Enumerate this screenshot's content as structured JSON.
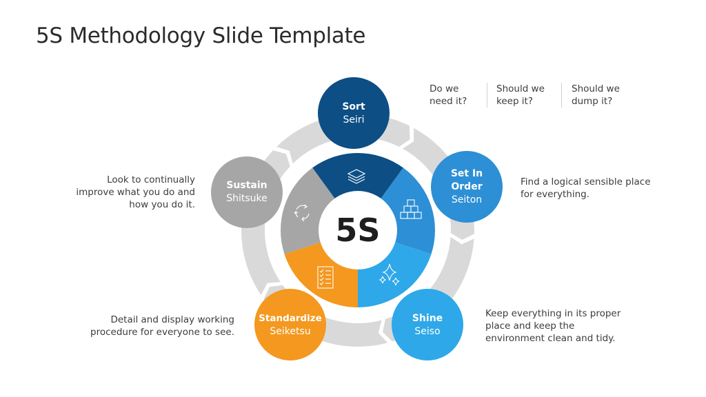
{
  "title": "5S Methodology Slide Template",
  "center": {
    "label": "5S"
  },
  "colors": {
    "sort": "#0d4e85",
    "set_in_order": "#2d8fd5",
    "shine": "#2ea8e8",
    "standardize": "#f4981f",
    "sustain": "#a6a6a6",
    "ring": "#d9d9d9"
  },
  "steps": [
    {
      "en": "Sort",
      "jp": "Seiri",
      "icon": "layers-icon"
    },
    {
      "en": "Set In Order",
      "en_line1": "Set In",
      "en_line2": "Order",
      "jp": "Seiton",
      "icon": "stacked-boxes-icon",
      "description": [
        "Find a logical sensible place",
        "for everything."
      ]
    },
    {
      "en": "Shine",
      "jp": "Seiso",
      "icon": "sparkle-icon",
      "description": [
        "Keep everything in its proper",
        "place and keep the",
        "environment clean and tidy."
      ]
    },
    {
      "en": "Standardize",
      "jp": "Seiketsu",
      "icon": "checklist-icon",
      "description": [
        "Detail and display working",
        "procedure for everyone to see."
      ]
    },
    {
      "en": "Sustain",
      "jp": "Shitsuke",
      "icon": "cycle-arrows-icon",
      "description": [
        "Look to continually",
        "improve what you do and",
        "how you do it."
      ]
    }
  ],
  "sort_questions": [
    {
      "line1": "Do we",
      "line2": "need it?"
    },
    {
      "line1": "Should we",
      "line2": "keep it?"
    },
    {
      "line1": "Should we",
      "line2": "dump it?"
    }
  ]
}
